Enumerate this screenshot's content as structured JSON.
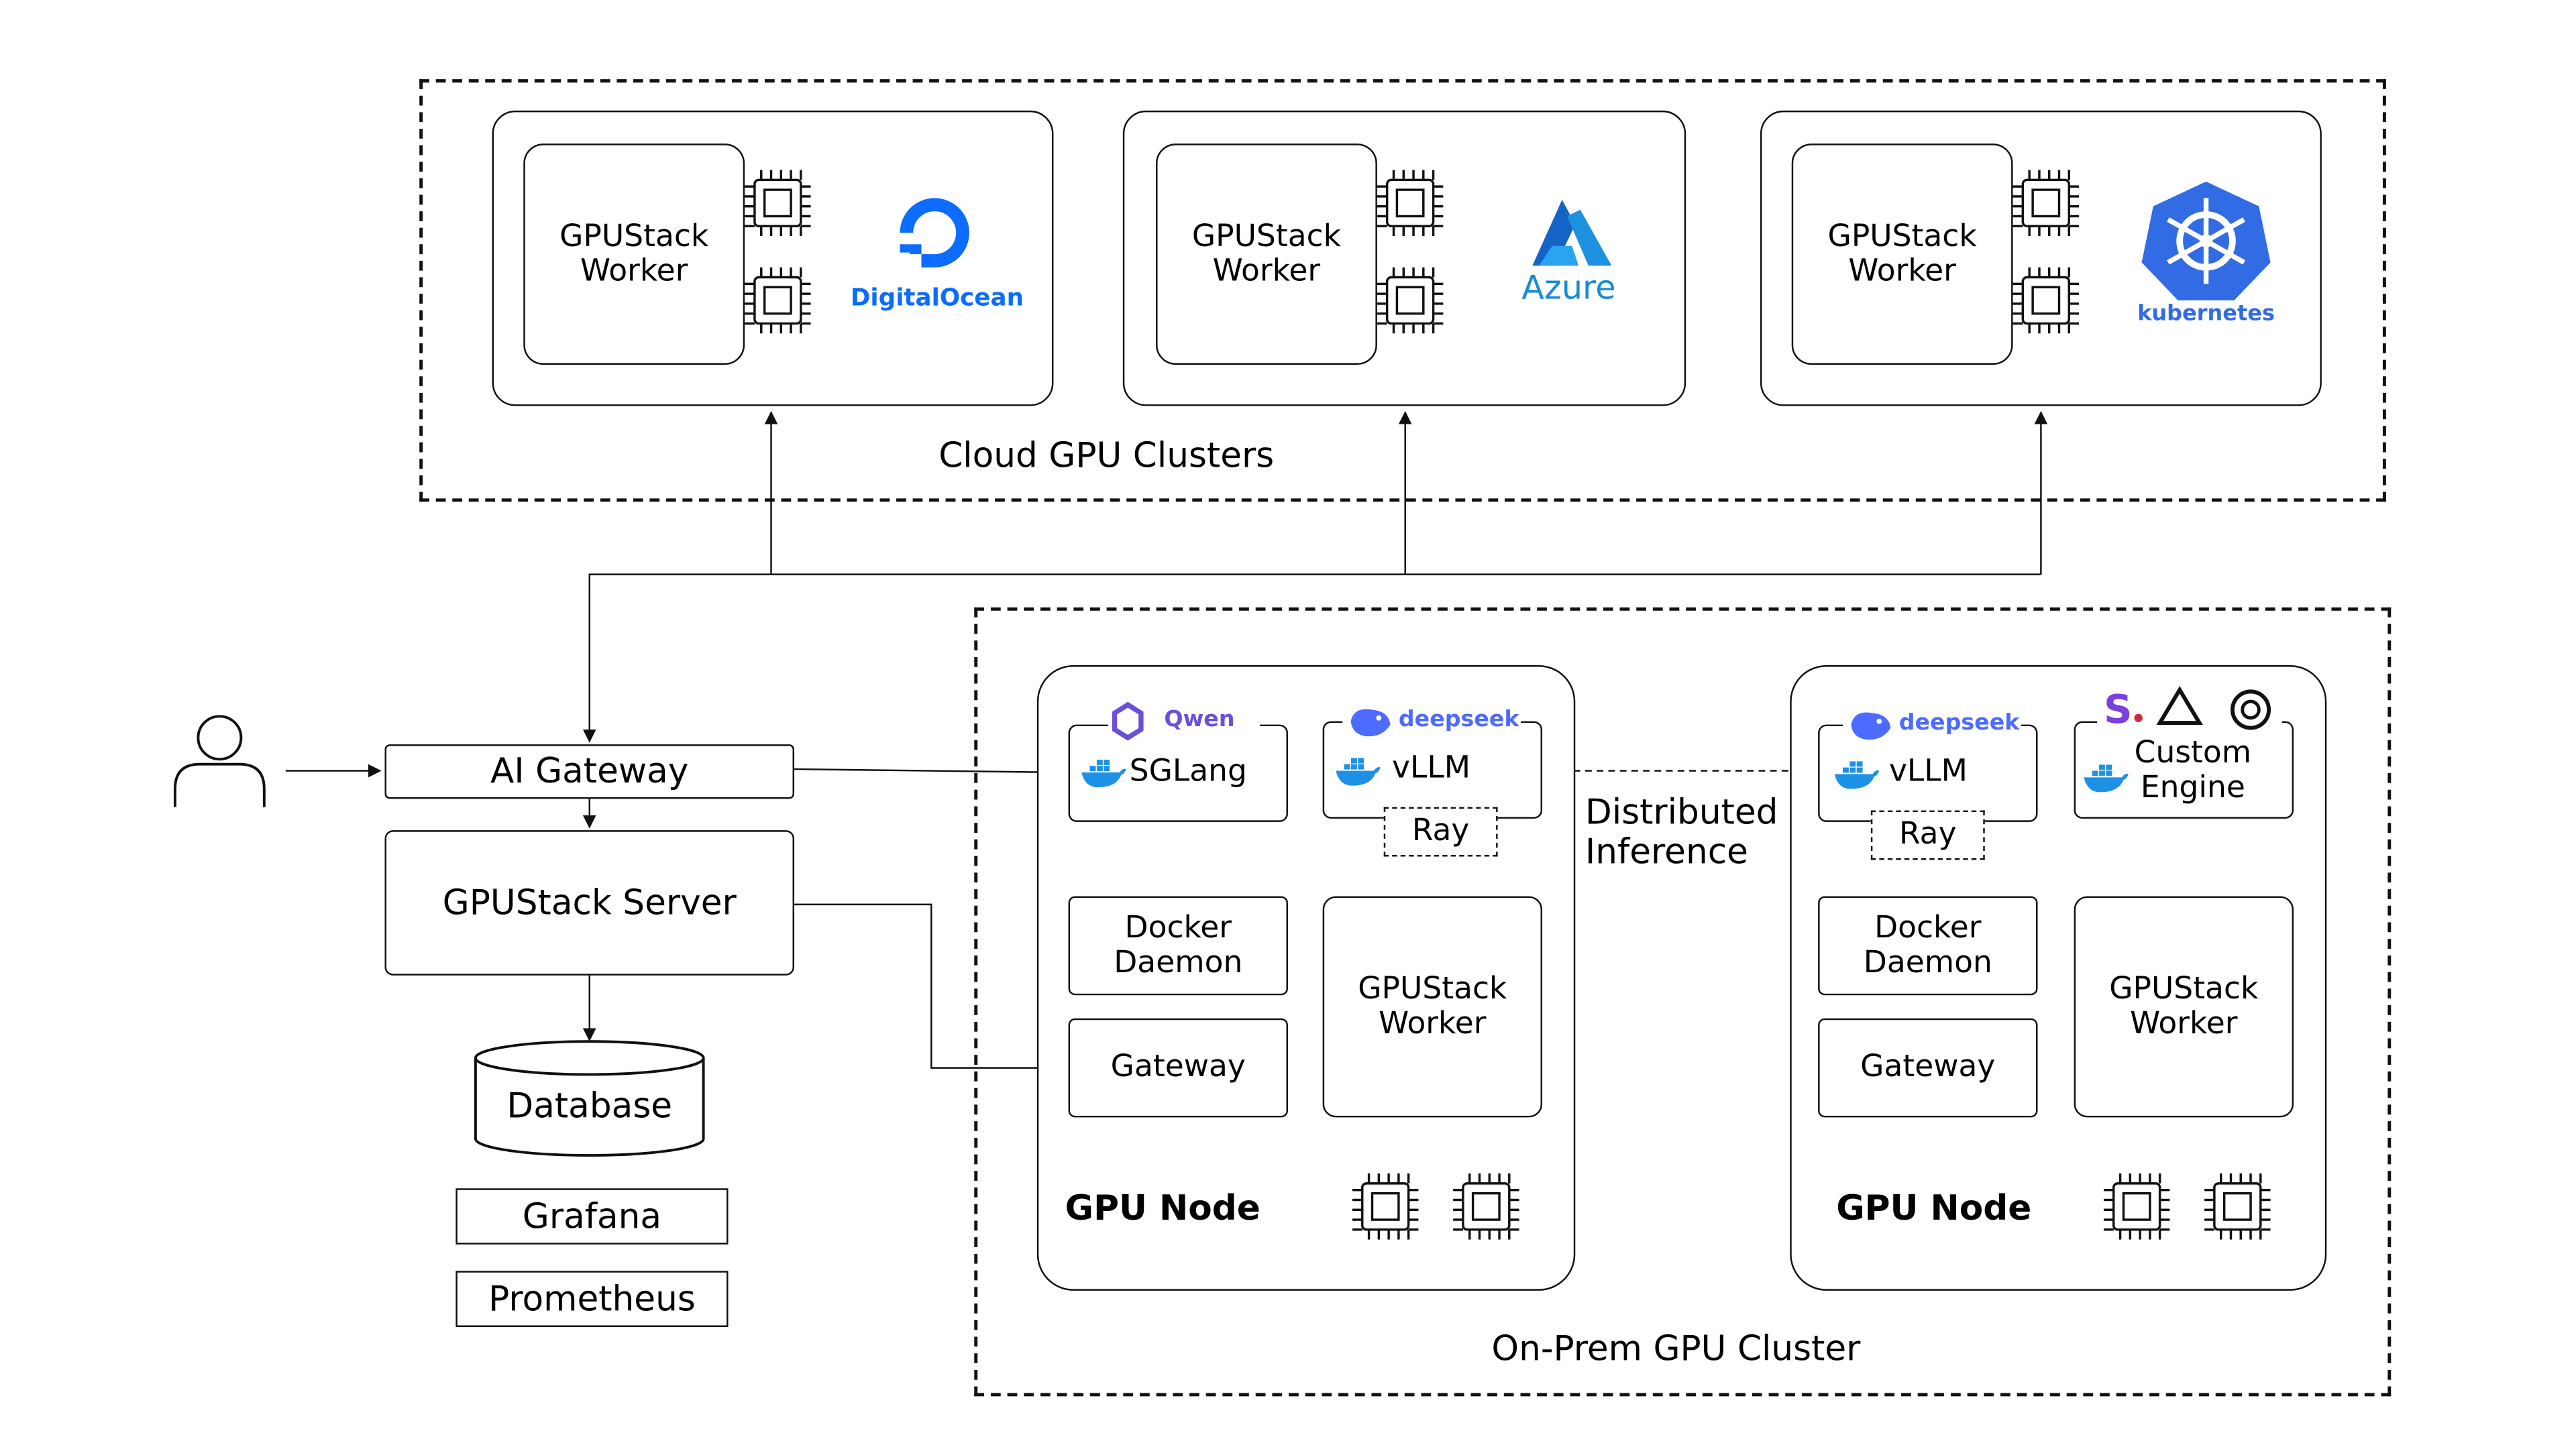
{
  "cloud": {
    "title": "Cloud GPU Clusters",
    "workers": [
      {
        "label": "GPUStack\nWorker",
        "provider": "DigitalOcean"
      },
      {
        "label": "GPUStack\nWorker",
        "provider": "Azure"
      },
      {
        "label": "GPUStack\nWorker",
        "provider": "kubernetes"
      }
    ]
  },
  "control": {
    "gateway": "AI Gateway",
    "server": "GPUStack Server",
    "database": "Database",
    "grafana": "Grafana",
    "prometheus": "Prometheus"
  },
  "onprem": {
    "title": "On-Prem GPU Cluster",
    "distributed": "Distributed\nInference",
    "node1": {
      "engine1_brand": "Qwen",
      "engine1": "SGLang",
      "engine2_brand": "deepseek",
      "engine2": "vLLM",
      "ray": "Ray",
      "docker": "Docker\nDaemon",
      "gateway": "Gateway",
      "worker": "GPUStack\nWorker",
      "label": "GPU Node"
    },
    "node2": {
      "engine1_brand": "deepseek",
      "engine1": "vLLM",
      "ray": "Ray",
      "engine2": "Custom\nEngine",
      "docker": "Docker\nDaemon",
      "gateway": "Gateway",
      "worker": "GPUStack\nWorker",
      "label": "GPU Node"
    }
  },
  "colors": {
    "digitalocean": "#0b6cff",
    "azure": "#1a8ad4",
    "kubernetes": "#326ce5",
    "docker": "#1d91e6",
    "qwen": "#6a4fd8",
    "deepseek": "#4d6bfe"
  },
  "icons": [
    "user-icon",
    "gpu-chip-icon",
    "docker-icon",
    "digitalocean-logo",
    "azure-logo",
    "kubernetes-logo",
    "qwen-logo",
    "deepseek-logo",
    "sglang-logo",
    "openai-logo",
    "database-icon"
  ]
}
